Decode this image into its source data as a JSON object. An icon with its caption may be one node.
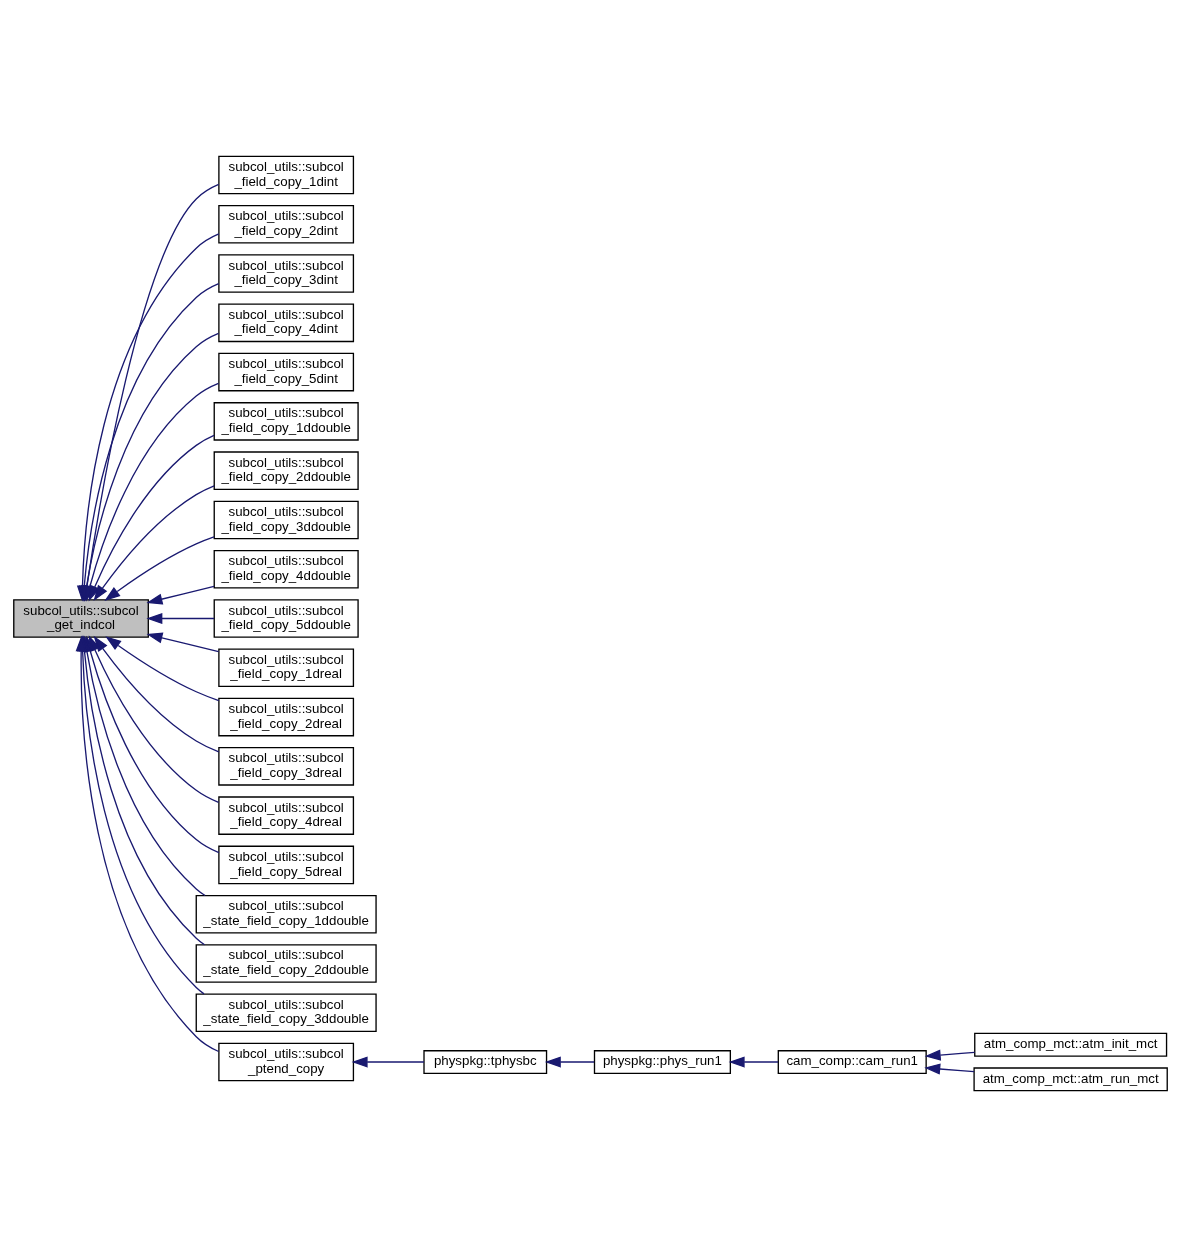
{
  "diagram": {
    "nodes": [
      {
        "text": [
          "subcol_utils::subcol _get_indcol"
        ]
      },
      {
        "text": [
          "subcol_utils::subcol _field_copy_1dint"
        ]
      },
      {
        "text": [
          "subcol_utils::subcol _field_copy_2dint"
        ]
      },
      {
        "text": [
          "subcol_utils::subcol _field_copy_3dint"
        ]
      },
      {
        "text": [
          "subcol_utils::subcol _field_copy_4dint"
        ]
      },
      {
        "text": [
          "subcol_utils::subcol _field_copy_5dint"
        ]
      },
      {
        "text": [
          "subcol_utils::subcol _field_copy_1ddouble"
        ]
      },
      {
        "text": [
          "subcol_utils::subcol _field_copy_2ddouble"
        ]
      },
      {
        "text": [
          "subcol_utils::subcol _field_copy_3ddouble"
        ]
      },
      {
        "text": [
          "subcol_utils::subcol _field_copy_4ddouble"
        ]
      },
      {
        "text": [
          "subcol_utils::subcol _field_copy_5ddouble"
        ]
      },
      {
        "text": [
          "subcol_utils::subcol _field_copy_1dreal"
        ]
      },
      {
        "text": [
          "subcol_utils::subcol _field_copy_2dreal"
        ]
      },
      {
        "text": [
          "subcol_utils::subcol _field_copy_3dreal"
        ]
      },
      {
        "text": [
          "subcol_utils::subcol _field_copy_4dreal"
        ]
      },
      {
        "text": [
          "subcol_utils::subcol _field_copy_5dreal"
        ]
      },
      {
        "text": [
          "subcol_utils::subcol _state_field_copy_1ddouble"
        ]
      },
      {
        "text": [
          "subcol_utils::subcol _state_field_copy_2ddouble"
        ]
      },
      {
        "text": [
          "subcol_utils::subcol _state_field_copy_3ddouble"
        ]
      },
      {
        "text": [
          "subcol_utils::subcol _ptend_copy"
        ]
      },
      {
        "text": [
          "physpkg::tphysbc"
        ]
      },
      {
        "text": [
          "physpkg::phys_run1"
        ]
      },
      {
        "text": [
          "cam_comp::cam_run1"
        ]
      },
      {
        "text": [
          "atm_comp_mct::atm_init_mct"
        ]
      },
      {
        "text": [
          "atm_comp_mct::atm_run_mct"
        ]
      }
    ],
    "edges": [
      {
        "from": 1,
        "to": 0,
        "arrow": "to"
      },
      {
        "from": 2,
        "to": 0,
        "arrow": "to"
      },
      {
        "from": 3,
        "to": 0,
        "arrow": "to"
      },
      {
        "from": 4,
        "to": 0,
        "arrow": "to"
      },
      {
        "from": 5,
        "to": 0,
        "arrow": "to"
      },
      {
        "from": 6,
        "to": 0,
        "arrow": "to"
      },
      {
        "from": 7,
        "to": 0,
        "arrow": "to"
      },
      {
        "from": 8,
        "to": 0,
        "arrow": "to"
      },
      {
        "from": 9,
        "to": 0,
        "arrow": "to"
      },
      {
        "from": 10,
        "to": 0,
        "arrow": "to"
      },
      {
        "from": 11,
        "to": 0,
        "arrow": "to"
      },
      {
        "from": 12,
        "to": 0,
        "arrow": "to"
      },
      {
        "from": 13,
        "to": 0,
        "arrow": "to"
      },
      {
        "from": 14,
        "to": 0,
        "arrow": "to"
      },
      {
        "from": 15,
        "to": 0,
        "arrow": "to"
      },
      {
        "from": 16,
        "to": 0,
        "arrow": "to"
      },
      {
        "from": 17,
        "to": 0,
        "arrow": "to"
      },
      {
        "from": 18,
        "to": 0,
        "arrow": "to"
      },
      {
        "from": 19,
        "to": 0,
        "arrow": "to"
      },
      {
        "from": 20,
        "to": 19,
        "arrow": "to"
      },
      {
        "from": 21,
        "to": 20,
        "arrow": "to"
      },
      {
        "from": 22,
        "to": 21,
        "arrow": "to"
      },
      {
        "from": 23,
        "to": 22,
        "arrow": "to"
      },
      {
        "from": 24,
        "to": 22,
        "arrow": "to"
      }
    ]
  }
}
